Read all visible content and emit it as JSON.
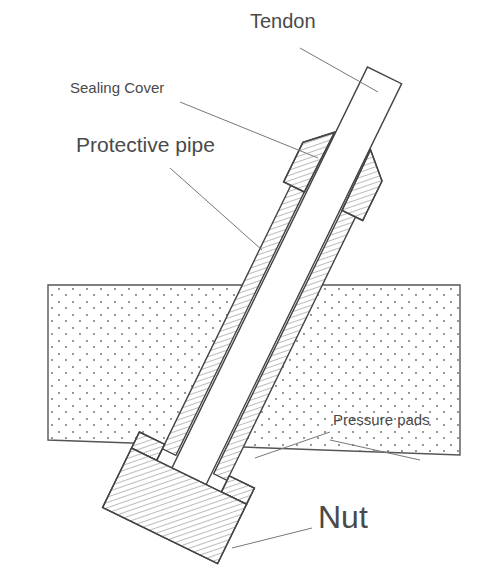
{
  "diagram": {
    "labels": [
      "Tendon",
      "Sealing Cover",
      "Protective pipe",
      "Pressure pads",
      "Nut"
    ]
  }
}
